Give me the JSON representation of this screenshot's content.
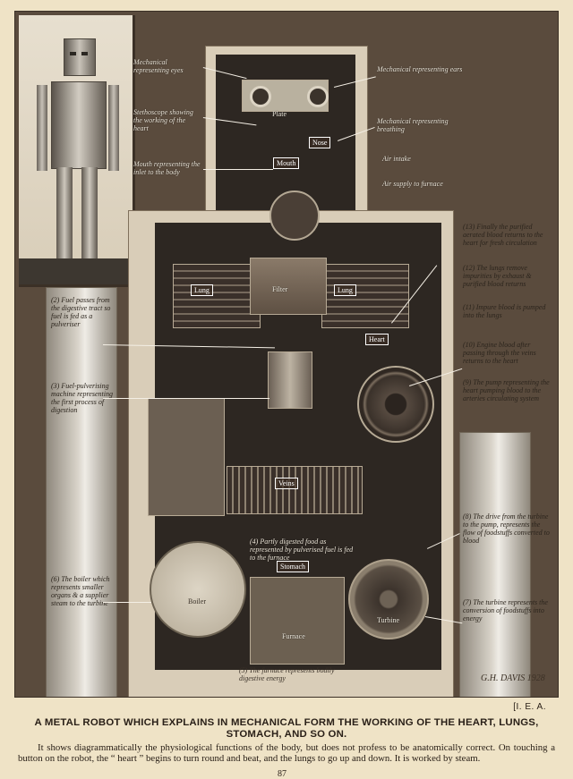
{
  "labels": {
    "plate": "Plate",
    "nose": "Nose",
    "mouth": "Mouth",
    "lung_left": "Lung",
    "lung_right": "Lung",
    "filter": "Filter",
    "heart": "Heart",
    "veins": "Veins",
    "stomach": "Stomach",
    "boiler": "Boiler",
    "furnace": "Furnace",
    "turbine": "Turbine"
  },
  "annotations": {
    "a2": "(2) Fuel passes from the digestive tract so fuel is fed as a pulveriser",
    "a3": "(3) Fuel-pulverising machine representing the first process of digestion",
    "a4": "(4) Partly digested food as represented by pulverised fuel is fed to the furnace",
    "a5": "(5) The furnace represents bodily digestive energy",
    "a6": "(6) The boiler which represents smaller organs & a supplier steam to the turbine",
    "a7": "(7) The turbine represents the conversion of foodstuffs into energy",
    "a8": "(8) The drive from the turbine to the pump, represents the flow of foodstuffs converted to blood",
    "a9": "(9) The pump representing the heart pumping blood to the arteries circulating system",
    "a10": "(10) Engine blood after passing through the veins returns to the heart",
    "a11": "(11) Impure blood is pumped into the lungs",
    "a12": "(12) The lungs remove impurities by exhaust & purified blood returns",
    "a13": "(13) Finally the purified aerated blood returns to the heart for fresh circulation",
    "top_left_1": "Mechanical representing eyes",
    "top_left_2": "Stethoscope showing the working of the heart",
    "top_left_3": "Mouth representing the inlet to the body",
    "top_right_1": "Mechanical representing ears",
    "top_right_2": "Mechanical representing breathing",
    "air_intake": "Air intake",
    "air_supply": "Air supply to furnace"
  },
  "caption": {
    "ref": "[I. E. A.",
    "title": "A METAL ROBOT WHICH EXPLAINS IN MECHANICAL FORM THE WORKING OF THE HEART, LUNGS, STOMACH, AND SO ON.",
    "body": "It shows diagrammatically the physiological functions of the body, but does not profess to be anatomically correct. On touching a button on the robot, the “ heart ” begins to turn round and beat, and the lungs to go up and down. It is worked by steam.",
    "page": "87"
  },
  "signature": "G.H. DAVIS 1928"
}
